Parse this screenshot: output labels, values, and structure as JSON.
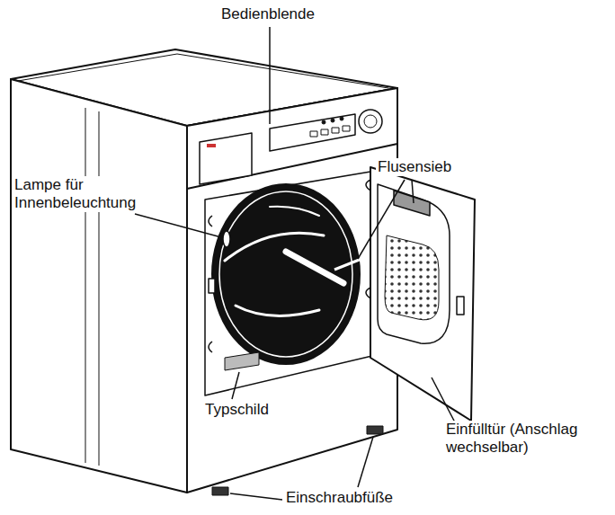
{
  "diagram": {
    "labels": [
      "Bedienblende",
      "Flusensieb",
      "Lampe für Innenbeleuchtung",
      "Typschild",
      "Einfülltür (Anschlag wechselbar)",
      "Einschraubfüße"
    ]
  }
}
